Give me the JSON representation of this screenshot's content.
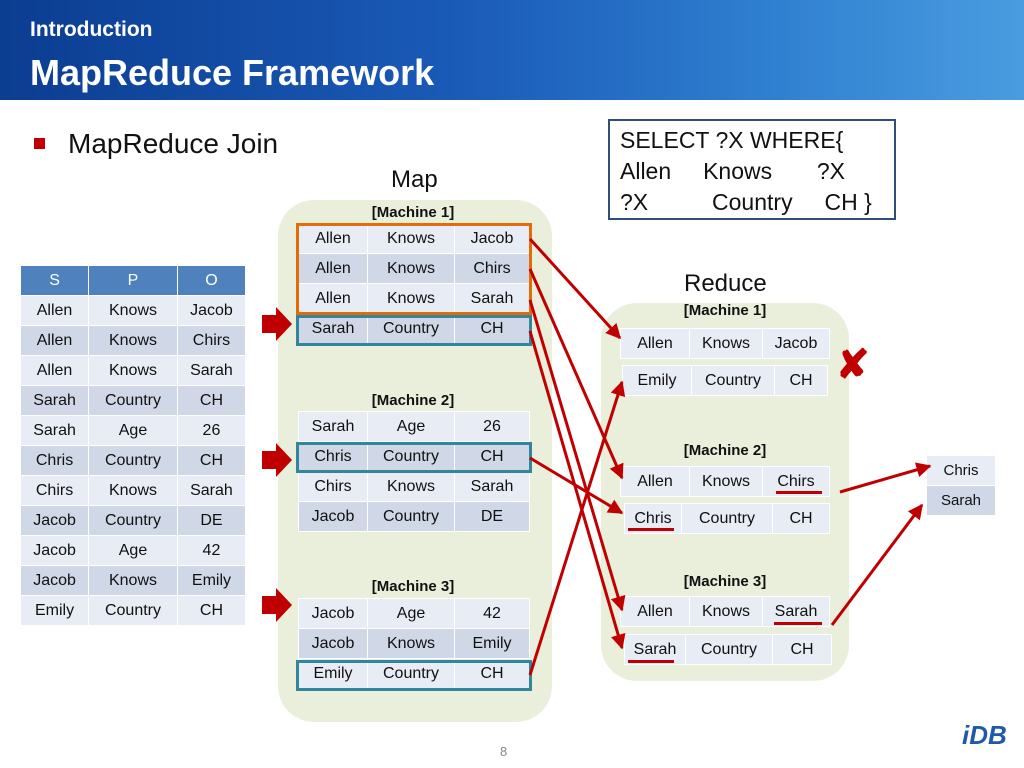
{
  "header": {
    "subtitle": "Introduction",
    "title": "MapReduce Framework"
  },
  "bullet": {
    "text": "MapReduce Join"
  },
  "query": {
    "lines": [
      "SELECT ?X WHERE{",
      "Allen     Knows       ?X",
      "?X          Country     CH }"
    ]
  },
  "map_label": "Map",
  "reduce_label": "Reduce",
  "spo_table": {
    "headers": [
      "S",
      "P",
      "O"
    ],
    "rows": [
      [
        "Allen",
        "Knows",
        "Jacob"
      ],
      [
        "Allen",
        "Knows",
        "Chirs"
      ],
      [
        "Allen",
        "Knows",
        "Sarah"
      ],
      [
        "Sarah",
        "Country",
        "CH"
      ],
      [
        "Sarah",
        "Age",
        "26"
      ],
      [
        "Chris",
        "Country",
        "CH"
      ],
      [
        "Chirs",
        "Knows",
        "Sarah"
      ],
      [
        "Jacob",
        "Country",
        "DE"
      ],
      [
        "Jacob",
        "Age",
        "42"
      ],
      [
        "Jacob",
        "Knows",
        "Emily"
      ],
      [
        "Emily",
        "Country",
        "CH"
      ]
    ]
  },
  "map_machines": [
    {
      "label": "[Machine 1]",
      "rows": [
        [
          "Allen",
          "Knows",
          "Jacob"
        ],
        [
          "Allen",
          "Knows",
          "Chirs"
        ],
        [
          "Allen",
          "Knows",
          "Sarah"
        ],
        [
          "Sarah",
          "Country",
          "CH"
        ]
      ]
    },
    {
      "label": "[Machine 2]",
      "rows": [
        [
          "Sarah",
          "Age",
          "26"
        ],
        [
          "Chris",
          "Country",
          "CH"
        ],
        [
          "Chirs",
          "Knows",
          "Sarah"
        ],
        [
          "Jacob",
          "Country",
          "DE"
        ]
      ]
    },
    {
      "label": "[Machine 3]",
      "rows": [
        [
          "Jacob",
          "Age",
          "42"
        ],
        [
          "Jacob",
          "Knows",
          "Emily"
        ],
        [
          "Emily",
          "Country",
          "CH"
        ]
      ]
    }
  ],
  "reduce_machines": [
    {
      "label": "[Machine 1]",
      "rows": [
        [
          "Allen",
          "Knows",
          "Jacob"
        ],
        [
          "Emily",
          "Country",
          "CH"
        ]
      ]
    },
    {
      "label": "[Machine 2]",
      "rows": [
        [
          "Allen",
          "Knows",
          "Chirs"
        ],
        [
          "Chris",
          "Country",
          "CH"
        ]
      ]
    },
    {
      "label": "[Machine 3]",
      "rows": [
        [
          "Allen",
          "Knows",
          "Sarah"
        ],
        [
          "Sarah",
          "Country",
          "CH"
        ]
      ]
    }
  ],
  "result": {
    "rows": [
      "Chris",
      "Sarah"
    ]
  },
  "page_number": "8",
  "logo_text": "iDB",
  "colors": {
    "header_blue": "#1a5bb8",
    "table_header": "#4f81bd",
    "arrow_red": "#c00000",
    "highlight_orange": "#e36c0a",
    "highlight_teal": "#31859c",
    "panel_green": "#e9efdb"
  }
}
